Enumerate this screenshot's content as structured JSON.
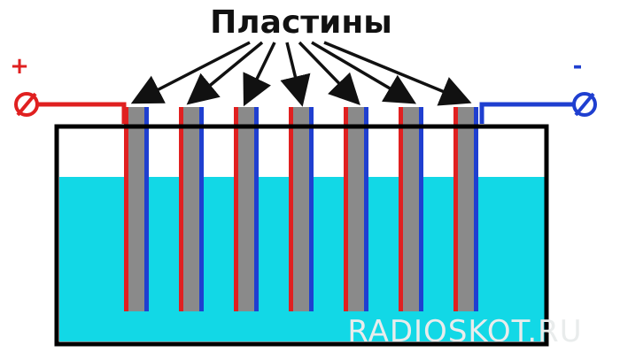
{
  "title": "Пластины",
  "terminals": {
    "positive": {
      "label": "+",
      "color": "#e02020"
    },
    "negative": {
      "label": "-",
      "color": "#1f3fd0"
    }
  },
  "plates": {
    "count": 7,
    "body_color": "#8a8a8a",
    "left_stripe": "#e02020",
    "right_stripe": "#1f3fd0"
  },
  "electrolyte": {
    "color": "#12d8e6"
  },
  "tank": {
    "stroke": "#000000"
  },
  "watermark": "RADIOSKOT.RU",
  "icons": {
    "terminal": "terminal-no-entry-icon",
    "arrow": "arrow-icon"
  }
}
